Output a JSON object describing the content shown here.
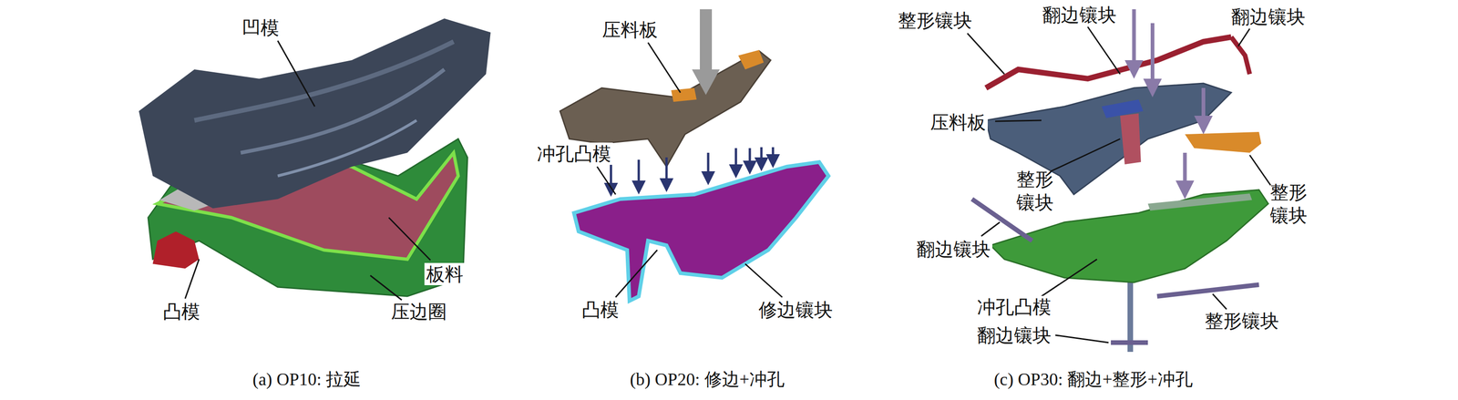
{
  "diagram": {
    "labels": [
      "凹模",
      "板料",
      "凸模",
      "压边圈",
      "(a) OP10: 拉延",
      "压料板",
      "冲孔凸模",
      "凸模",
      "修边镶块",
      "(b) OP20: 修边+冲孔",
      "整形镶块",
      "翻边镶块",
      "翻边镶块",
      "压料板",
      "整形镶块",
      "整形镶块",
      "翻边镶块",
      "冲孔凸模",
      "翻边镶块",
      "整形镶块",
      "(c) OP30: 翻边+整形+冲孔"
    ]
  }
}
